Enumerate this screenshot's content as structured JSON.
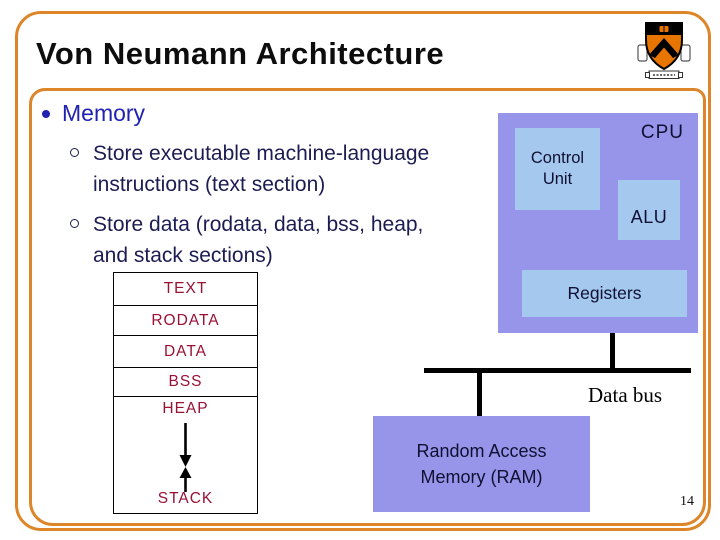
{
  "slide": {
    "title": "Von Neumann Architecture",
    "page_number": "14"
  },
  "bullets": {
    "heading": "Memory",
    "items": [
      {
        "line1": "Store executable machine-language",
        "line2": "instructions (text section)"
      },
      {
        "line1": "Store data (rodata, data, bss, heap,",
        "line2": "and stack sections)"
      }
    ]
  },
  "memory_column": {
    "sections": [
      "TEXT",
      "RODATA",
      "DATA",
      "BSS"
    ],
    "heap_label": "HEAP",
    "stack_label": "STACK"
  },
  "cpu": {
    "label": "CPU",
    "control_unit": "Control Unit",
    "alu": "ALU",
    "registers": "Registers"
  },
  "ram": {
    "line1": "Random Access",
    "line2": "Memory (RAM)"
  },
  "bus_label": "Data bus",
  "logo": {
    "name": "princeton-university-crest"
  },
  "colors": {
    "frame_orange": "#DD8529",
    "cpu_purple": "#9795E9",
    "inner_box_blue": "#A5C8EE",
    "section_label_maroon": "#991133",
    "heading_blue": "#2121B2",
    "body_navy": "#1C1C52",
    "shield_orange": "#E77500"
  }
}
